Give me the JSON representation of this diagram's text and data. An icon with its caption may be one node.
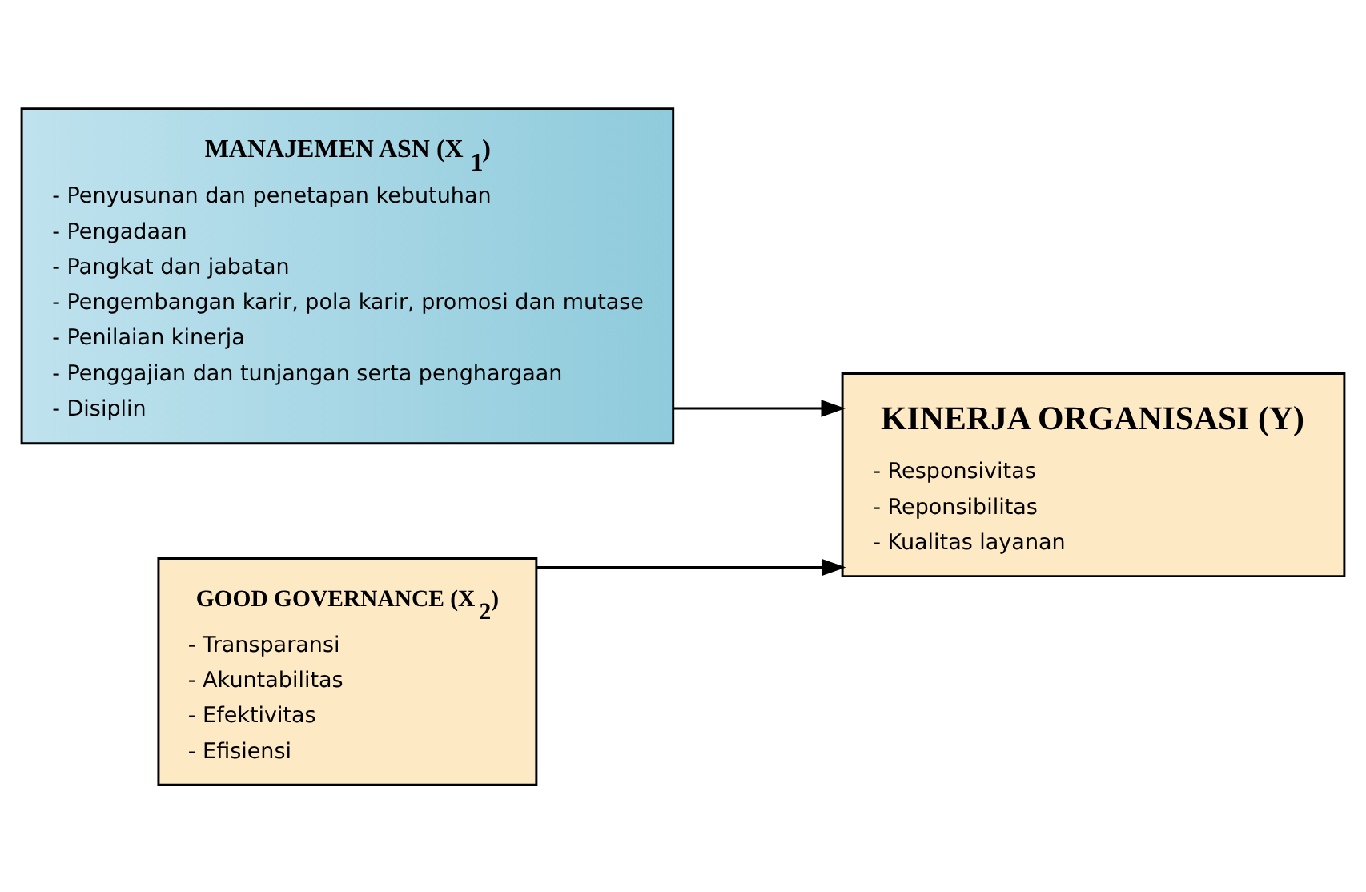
{
  "diagram": {
    "nodes": [
      {
        "text": [
          "MANAJEMEN ASN (X$_{1}$)",
          "- Penyusunan dan penetapan kebutuhan",
          "- Pengadaan",
          "- Pangkat dan jabatan",
          "- Pengembangan karir, pola karir, promosi dan mutase",
          "- Penilaian kinerja",
          "- Penggajian dan tunjangan serta penghargaan",
          "- Disiplin"
        ]
      },
      {
        "text": [
          "GOOD GOVERNANCE (X$_{2}$)",
          "- Transparansi",
          "- Akuntabilitas",
          "- Efektivitas",
          "- Efisiensi"
        ]
      },
      {
        "text": [
          "KINERJA ORGANISASI (Y)",
          "- Responsivitas",
          "- Reponsibilitas",
          "- Kualitas layanan"
        ]
      }
    ],
    "edges": [
      {
        "from": 0,
        "to": 2,
        "arrow": "to"
      },
      {
        "from": 1,
        "to": 2,
        "arrow": "to"
      }
    ]
  }
}
